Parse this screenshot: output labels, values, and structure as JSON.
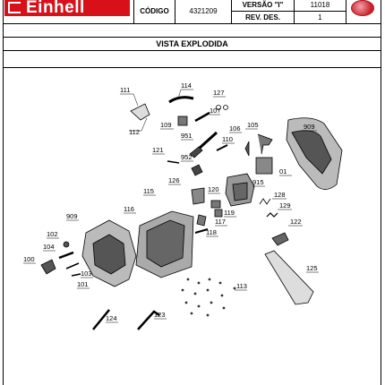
{
  "brand": {
    "name": "Einhell",
    "color": "#d8101a"
  },
  "header": {
    "codigo_label": "CÓDIGO",
    "codigo_value": "4321209",
    "versao_label": "VERSÃO \"I\"",
    "versao_value": "11018",
    "rev_label": "REV. DES.",
    "rev_value": "1"
  },
  "section_title": "VISTA EXPLODIDA",
  "part_labels": [
    "111",
    "114",
    "127",
    "107",
    "109",
    "112",
    "106",
    "105",
    "909",
    "951",
    "110",
    "121",
    "952",
    "01",
    "915",
    "126",
    "115",
    "120",
    "128",
    "116",
    "129",
    "119",
    "117",
    "909",
    "118",
    "122",
    "102",
    "104",
    "100",
    "103",
    "101",
    "125",
    "113",
    "124",
    "123"
  ]
}
